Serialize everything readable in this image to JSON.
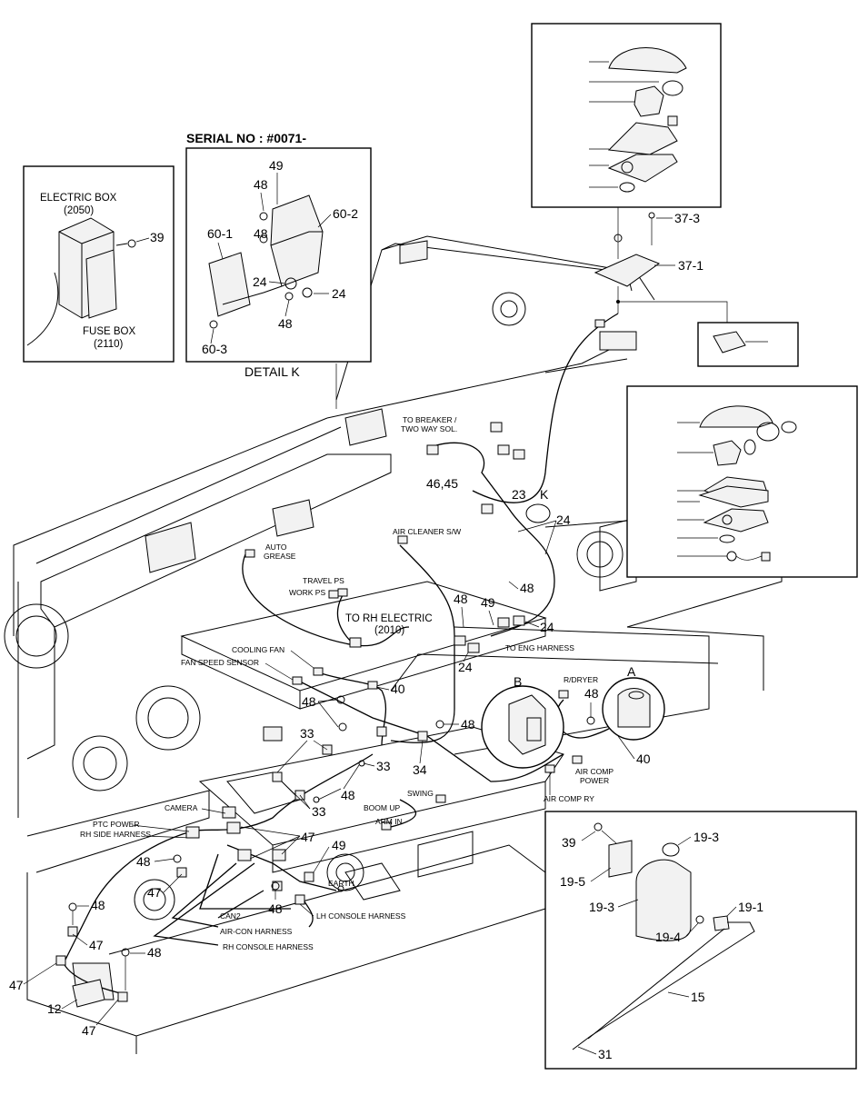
{
  "header": {
    "serial": "SERIAL NO : #0071-",
    "detail": "DETAIL K"
  },
  "inset_left": {
    "electric_box": "ELECTRIC BOX",
    "electric_box_code": "(2050)",
    "fuse_box": "FUSE BOX",
    "fuse_box_code": "(2110)",
    "num_39": "39"
  },
  "detail_k": {
    "n49": "49",
    "n48a": "48",
    "n60_2": "60-2",
    "n60_1": "60-1",
    "n48b": "48",
    "n24a": "24",
    "n24b": "24",
    "n48c": "48",
    "n60_3": "60-3"
  },
  "top_right": {
    "n37_3": "37-3",
    "n37_1": "37-1"
  },
  "labels": {
    "to_breaker": "TO BREAKER /",
    "two_way": "TWO WAY SOL.",
    "n46_45": "46,45",
    "n23": "23",
    "k": "K",
    "air_cleaner": "AIR CLEANER S/W",
    "n24c": "24",
    "auto": "AUTO",
    "grease": "GREASE",
    "travel_ps": "TRAVEL PS",
    "work_ps": "WORK PS",
    "to_rh_electric": "TO RH ELECTRIC",
    "rh_electric_code": "(2010)",
    "n48d": "48",
    "n49b": "49",
    "n48e": "48",
    "n24d": "24",
    "to_eng_harness": "TO ENG HARNESS",
    "n24e": "24",
    "cooling_fan": "COOLING FAN",
    "fan_speed_sensor": "FAN SPEED SENSOR",
    "n48f": "48",
    "n40a": "40",
    "b": "B",
    "r_dryer": "R/DRYER",
    "a": "A",
    "n48g": "48",
    "n48h": "48",
    "n40b": "40",
    "n33a": "33",
    "n33b": "33",
    "n34": "34",
    "air_comp": "AIR COMP",
    "power": "POWER",
    "air_comp_ry": "AIR COMP RY",
    "n33c": "33",
    "n48i": "48",
    "boom_up": "BOOM UP",
    "swing": "SWING",
    "arm_in": "ARM IN",
    "camera": "CAMERA",
    "ptc_power": "PTC POWER",
    "rh_side_harness": "RH SIDE HARNESS",
    "n48j": "48",
    "n47a": "47",
    "n49c": "49",
    "n47b": "47",
    "earth": "EARTH",
    "n48k": "48",
    "lh_console_harness": "LH CONSOLE HARNESS",
    "can2": "CAN2",
    "aircon_harness": "AIR-CON HARNESS",
    "rh_console_harness": "RH CONSOLE HARNESS",
    "n48l": "48",
    "n47c": "47",
    "n48m": "48",
    "n47d": "47",
    "n12": "12",
    "n47e": "47"
  },
  "inset_br": {
    "n39": "39",
    "n19_3a": "19-3",
    "n19_5": "19-5",
    "n19_3b": "19-3",
    "n19_1": "19-1",
    "n19_4": "19-4",
    "n15": "15",
    "n31": "31"
  }
}
